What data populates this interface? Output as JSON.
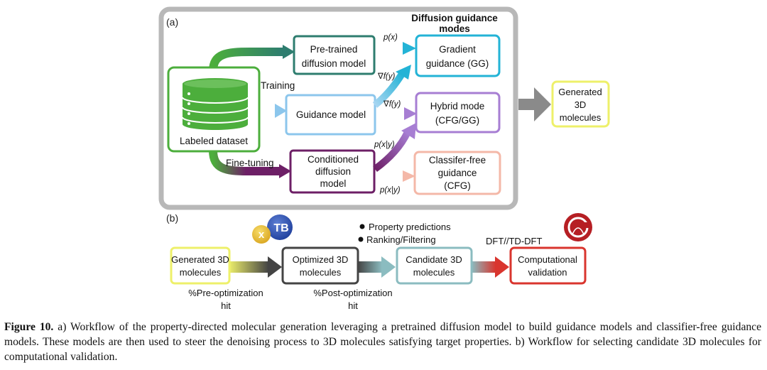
{
  "panel_a": {
    "label": "(a)",
    "header": [
      "Diffusion guidance",
      "modes"
    ],
    "dataset": "Labeled dataset",
    "training": "Training",
    "fine_tuning": "Fine-tuning",
    "pretrained": [
      "Pre-trained",
      "diffusion model"
    ],
    "guidance_model": "Guidance model",
    "conditioned": [
      "Conditioned",
      "diffusion",
      "model"
    ],
    "gradient": [
      "Gradient",
      "guidance (GG)"
    ],
    "hybrid": [
      "Hybrid mode",
      "(CFG/GG)"
    ],
    "cfg": [
      "Classifer-free",
      "guidance",
      "(CFG)"
    ],
    "generated": [
      "Generated",
      "3D",
      "molecules"
    ],
    "label_px": "p(x)",
    "label_grad1": "∇f(y)",
    "label_grad2": "∇f(y)",
    "label_pxy1": "p(x|y)",
    "label_pxy2": "p(x|y)"
  },
  "panel_b": {
    "label": "(b)",
    "generated": [
      "Generated 3D",
      "molecules"
    ],
    "optimized": [
      "Optimized 3D",
      "molecules"
    ],
    "candidate": [
      "Candidate 3D",
      "molecules"
    ],
    "validation": [
      "Computational",
      "validation"
    ],
    "bullets": [
      "Property predictions",
      "Ranking/Filtering"
    ],
    "dft": "DFT//TD-DFT",
    "pre_hit": [
      "%Pre-optimization",
      "hit"
    ],
    "post_hit": [
      "%Post-optimization",
      "hit"
    ],
    "xtb_letters": [
      "x",
      "TB"
    ]
  },
  "caption": {
    "label": "Figure 10.",
    "text": " a) Workflow of the property-directed molecular generation leveraging a pretrained diffusion model to build guidance models and classifier-free guidance models. These models are then used to steer the denoising process to 3D molecules satisfying target properties. b) Workflow for selecting candidate 3D molecules for computational validation."
  },
  "colors": {
    "dataset": "#4cae3c",
    "pretrained": "#2e7d6f",
    "guidance": "#8cc6ec",
    "conditioned": "#6d1f66",
    "gradient": "#23b3d6",
    "hybrid": "#a77ed3",
    "cfg": "#f4b8a8",
    "generated": "#eef06a",
    "optimized": "#444444",
    "candidate": "#8bbcc0",
    "validation": "#d9352e"
  }
}
